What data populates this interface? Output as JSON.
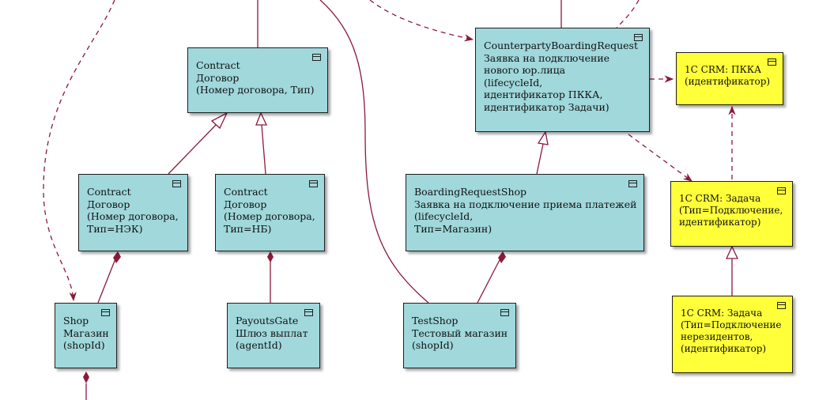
{
  "diagram": {
    "colors": {
      "entity": "#a0d8dc",
      "external": "#ffff3a",
      "edge": "#8b1a3a",
      "border": "#1f1f1f"
    },
    "icon": "class-box-icon",
    "nodes": [
      {
        "id": "contract-main",
        "kind": "entity",
        "lines": [
          "Contract",
          "Договор",
          "(Номер договора, Тип)"
        ]
      },
      {
        "id": "contract-nek",
        "kind": "entity",
        "lines": [
          "Contract",
          "Договор",
          "(Номер договора,",
          "Тип=НЭК)"
        ]
      },
      {
        "id": "contract-nb",
        "kind": "entity",
        "lines": [
          "Contract",
          "Договор",
          "(Номер договора,",
          "Тип=НБ)"
        ]
      },
      {
        "id": "shop",
        "kind": "entity",
        "lines": [
          "Shop",
          "Магазин",
          "(shopId)"
        ]
      },
      {
        "id": "payouts-gate",
        "kind": "entity",
        "lines": [
          "PayoutsGate",
          "Шлюз выплат",
          "(agentId)"
        ]
      },
      {
        "id": "counterparty-boarding-request",
        "kind": "entity",
        "lines": [
          "CounterpartyBoardingRequest",
          "Заявка на подключение",
          "нового юр.лица",
          "(lifecycleId,",
          "идентификатор ПККА,",
          "идентификатор Задачи)"
        ]
      },
      {
        "id": "boarding-request-shop",
        "kind": "entity",
        "lines": [
          "BoardingRequestShop",
          "Заявка на подключение приема платежей",
          "(lifecycleId,",
          "Тип=Магазин)"
        ]
      },
      {
        "id": "test-shop",
        "kind": "entity",
        "lines": [
          "TestShop",
          "Тестовый магазин",
          "(shopId)"
        ]
      },
      {
        "id": "crm-pkka",
        "kind": "external",
        "lines": [
          "1С CRM: ПККА",
          "(идентификатор)"
        ]
      },
      {
        "id": "crm-task",
        "kind": "external",
        "lines": [
          "1С CRM: Задача",
          "(Тип=Подключение,",
          "идентификатор)"
        ]
      },
      {
        "id": "crm-task-nonresident",
        "kind": "external",
        "lines": [
          "1С CRM: Задача",
          "(Тип=Подключение",
          "нерезидентов,",
          "(идентификатор)"
        ]
      }
    ],
    "edges": [
      {
        "from": "contract-nek",
        "to": "contract-main",
        "type": "inheritance"
      },
      {
        "from": "contract-nb",
        "to": "contract-main",
        "type": "inheritance"
      },
      {
        "from": "boarding-request-shop",
        "to": "counterparty-boarding-request",
        "type": "inheritance"
      },
      {
        "from": "crm-task-nonresident",
        "to": "crm-task",
        "type": "inheritance"
      },
      {
        "from": "contract-nek",
        "to": "shop",
        "type": "composition"
      },
      {
        "from": "contract-nb",
        "to": "payouts-gate",
        "type": "composition"
      },
      {
        "from": "boarding-request-shop",
        "to": "test-shop",
        "type": "composition"
      },
      {
        "from": "counterparty-boarding-request",
        "to": "crm-pkka",
        "type": "dependency"
      },
      {
        "from": "counterparty-boarding-request",
        "to": "crm-task",
        "type": "dependency"
      },
      {
        "from": "crm-task",
        "to": "crm-pkka",
        "type": "dependency"
      }
    ]
  }
}
